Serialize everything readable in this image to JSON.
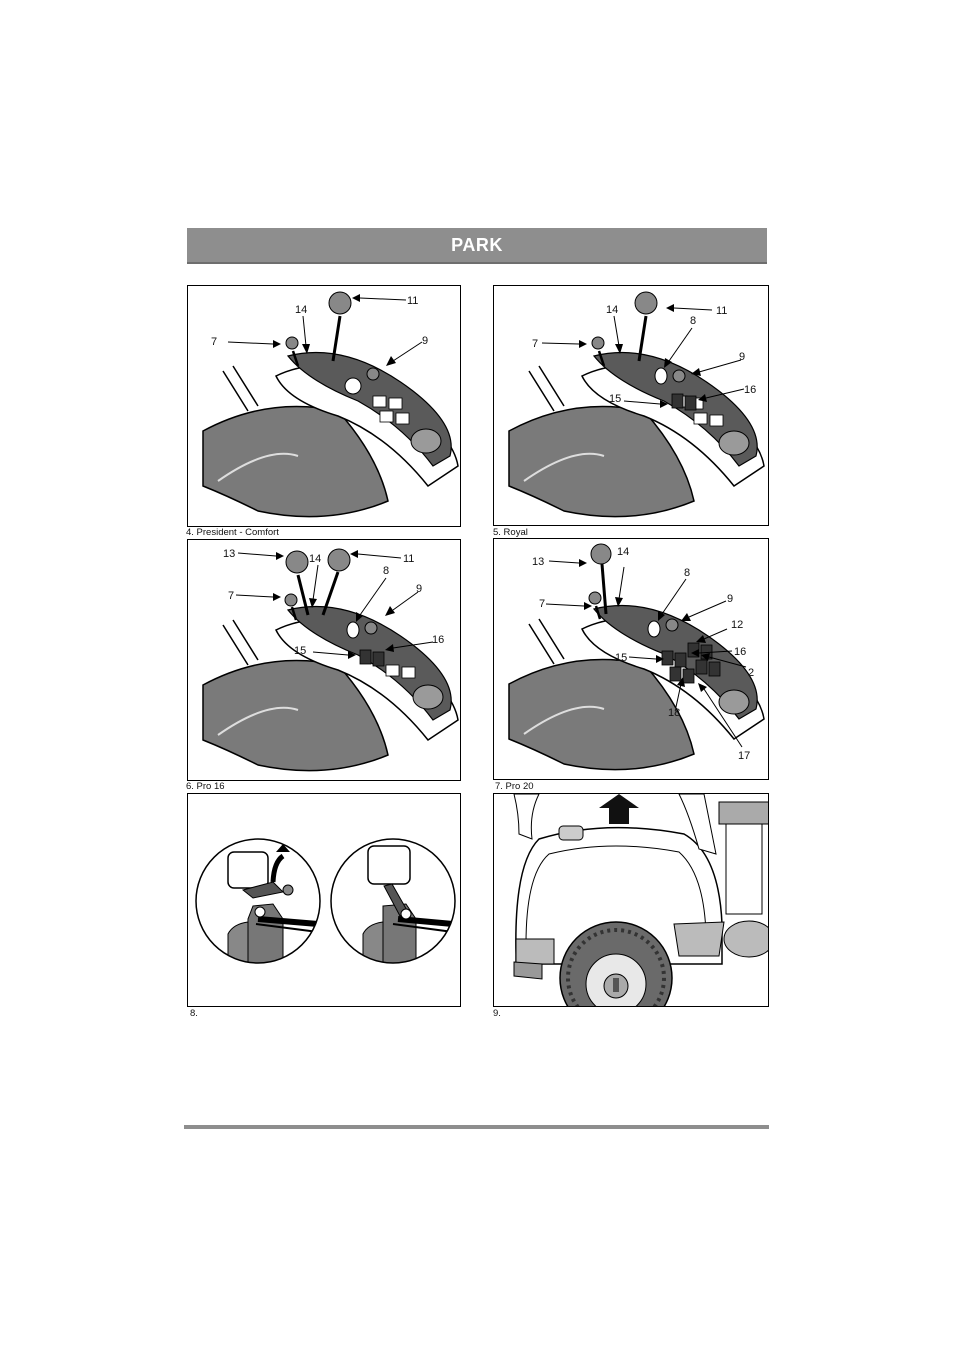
{
  "header": {
    "title": "PARK"
  },
  "figures": [
    {
      "caption": "4. President - Comfort",
      "callouts": [
        "11",
        "14",
        "7",
        "9"
      ]
    },
    {
      "caption": "5. Royal",
      "callouts": [
        "14",
        "11",
        "8",
        "7",
        "9",
        "16",
        "15"
      ]
    },
    {
      "caption": "6. Pro 16",
      "callouts": [
        "13",
        "14",
        "11",
        "8",
        "7",
        "9",
        "16",
        "15"
      ]
    },
    {
      "caption": "7. Pro 20",
      "callouts": [
        "13",
        "14",
        "8",
        "7",
        "9",
        "12",
        "16",
        "15",
        "2",
        "18",
        "17"
      ]
    },
    {
      "caption": "8.",
      "callouts": []
    },
    {
      "caption": "9.",
      "callouts": []
    }
  ]
}
